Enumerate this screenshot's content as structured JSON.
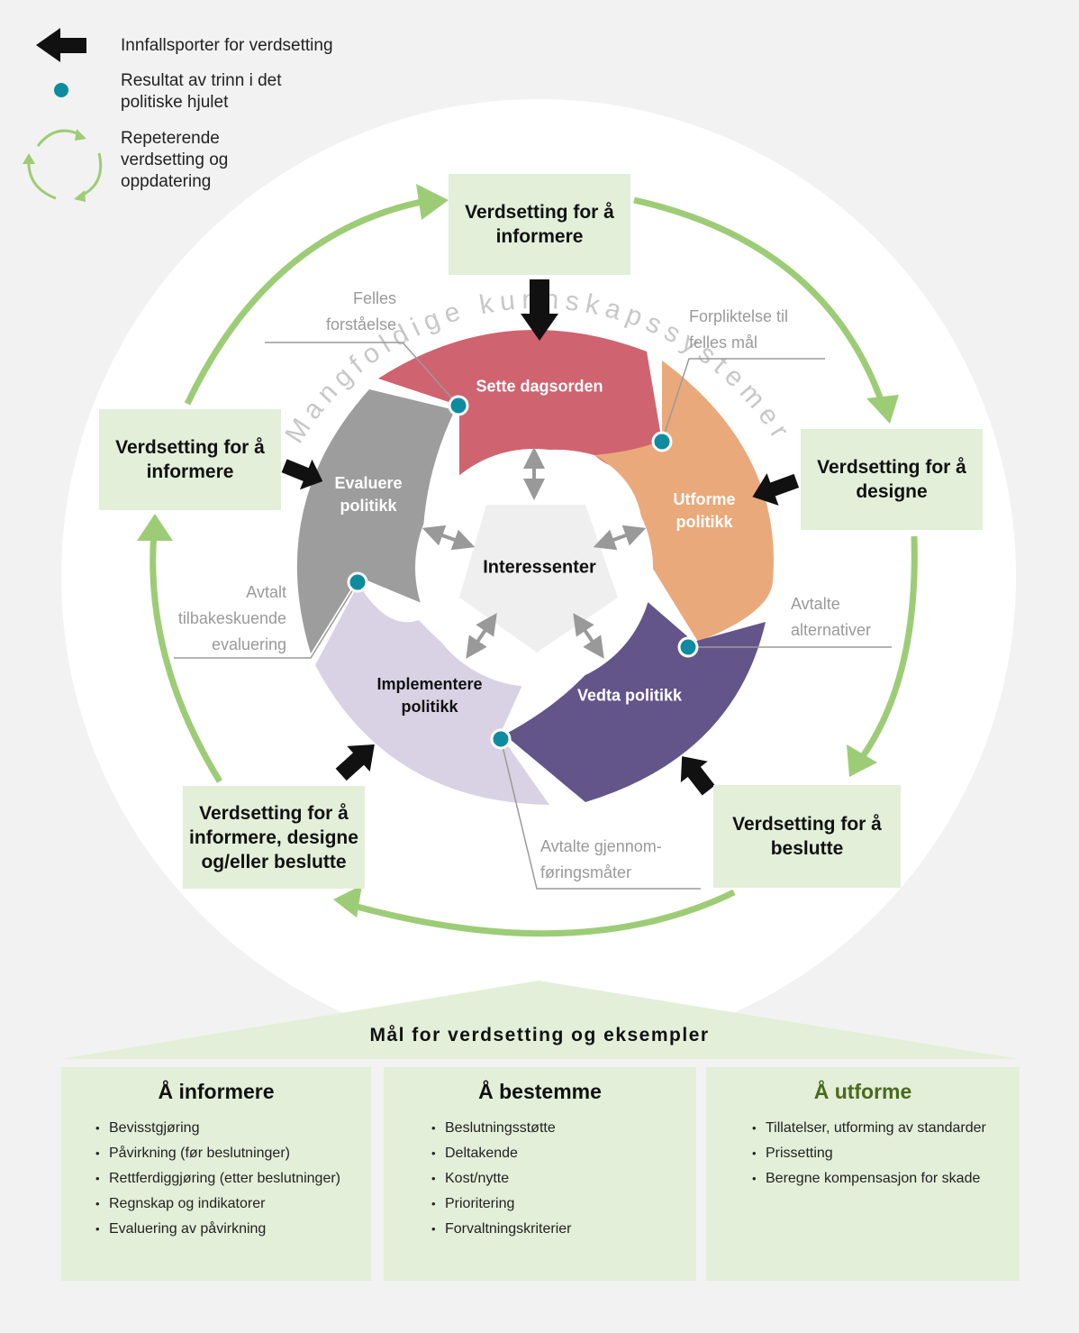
{
  "legend": {
    "entry_points": "Innfallsporter for verdsetting",
    "results": "Resultat av trinn i det\npolitiske hjulet",
    "repeating": "Repeterende\nverdsetting og\noppdatering"
  },
  "arc_title": "Mangfoldige kunnskapssystemer",
  "valuation_boxes": {
    "top": "Verdsetting for å\ninformere",
    "left": "Verdsetting for å\ninformere",
    "right": "Verdsetting for å\ndesigne",
    "bottom_right": "Verdsetting for å\nbeslutte",
    "bottom_left": "Verdsetting for å\ninformere, designe\nog/eller beslutte"
  },
  "segments": {
    "agenda": "Sette dagsorden",
    "design": "Utforme\npolitikk",
    "adopt": "Vedta politikk",
    "implement": "Implementere\npolitikk",
    "evaluate": "Evaluere\npolitikk"
  },
  "center": "Interessenter",
  "results": {
    "shared_understanding": "Felles\nforståelse",
    "commitment": "Forpliktelse til\nfelles mål",
    "alternatives": "Avtalte\nalternativer",
    "implementation": "Avtalte gjennom-\nføringsmåter",
    "evaluation": "Avtalt\ntilbakeskuende\nevaluering"
  },
  "bottom_title": "Mål for verdsetting og eksempler",
  "panels": [
    {
      "title": "Å informere",
      "items": [
        "Bevisstgjøring",
        "Påvirkning (før beslutninger)",
        "Rettferdiggjøring (etter beslutninger)",
        "Regnskap og indikatorer",
        "Evaluering av påvirkning"
      ]
    },
    {
      "title": "Å bestemme",
      "items": [
        "Beslutningsstøtte",
        "Deltakende",
        "Kost/nytte",
        "Prioritering",
        "Forvaltningskriterier"
      ]
    },
    {
      "title": "Å utforme",
      "items": [
        "Tillatelser, utforming av standarder",
        "Prissetting",
        "Beregne kompensasjon for skade"
      ]
    }
  ],
  "colors": {
    "agenda": "#d06370",
    "design": "#eaa97a",
    "adopt": "#635589",
    "implement": "#d9d2e5",
    "evaluate": "#9d9d9d",
    "box_fill": "#e3efd9",
    "cycle_arrow": "#9dcc76",
    "result_dot": "#0f8ba0",
    "design_title": "#4a6a1c"
  }
}
